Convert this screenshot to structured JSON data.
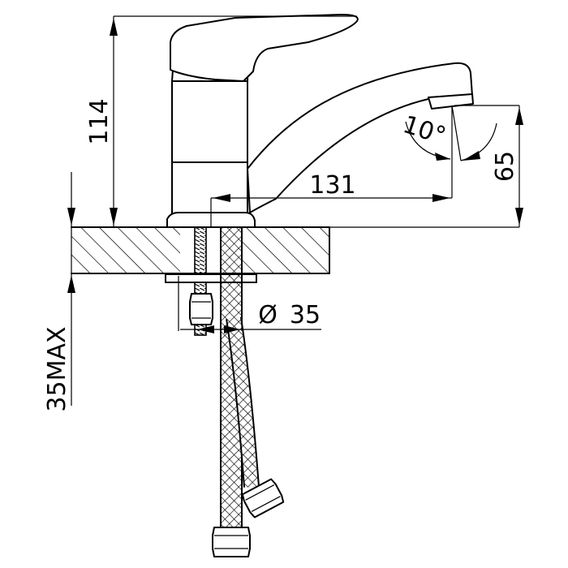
{
  "dimensions": {
    "height": "114",
    "spout_reach": "131",
    "outlet_height": "65",
    "spout_angle": "10°",
    "hole_diameter_symbol": "Ø",
    "hole_diameter": "35",
    "max_thickness": "35MAX"
  }
}
